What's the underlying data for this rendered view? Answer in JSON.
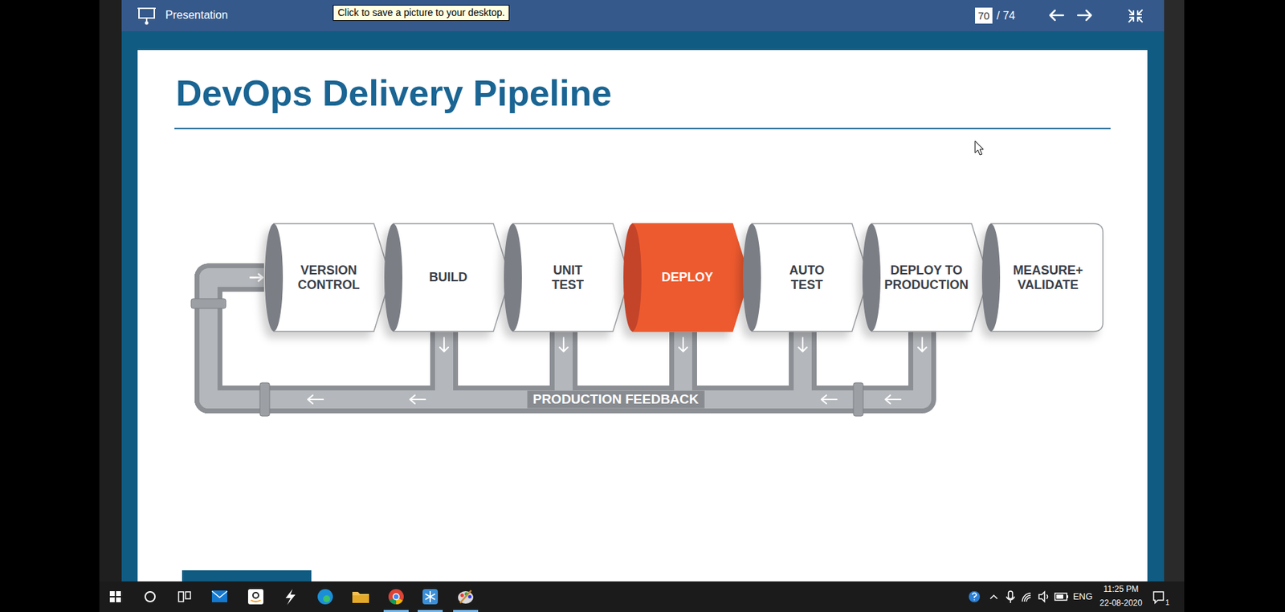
{
  "diagram": {
    "title": "DevOps Delivery Pipeline",
    "nodes": [
      {
        "text": [
          "VERSION CONTROL"
        ]
      },
      {
        "text": [
          "BUILD"
        ]
      },
      {
        "text": [
          "UNIT TEST"
        ]
      },
      {
        "text": [
          "DEPLOY"
        ]
      },
      {
        "text": [
          "AUTO TEST"
        ]
      },
      {
        "text": [
          "DEPLOY TO PRODUCTION"
        ]
      },
      {
        "text": [
          "MEASURE+ VALIDATE"
        ]
      }
    ],
    "edges": [
      {
        "from": 1,
        "to": 0,
        "arrow": "to"
      },
      {
        "from": 2,
        "to": 0,
        "arrow": "to"
      },
      {
        "from": 3,
        "to": 0,
        "arrow": "to"
      },
      {
        "from": 4,
        "to": 0,
        "arrow": "to"
      },
      {
        "from": 5,
        "to": 0,
        "arrow": "to"
      }
    ],
    "labels": [
      "Presentation",
      "Click to save a picture to your desktop.",
      "70",
      "/ 74",
      "PRODUCTION FEEDBACK",
      "ENG",
      "11:25 PM",
      "22-08-2020",
      "1"
    ]
  }
}
